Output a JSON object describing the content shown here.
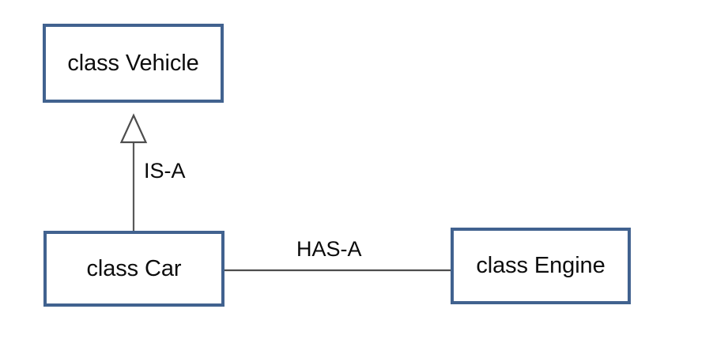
{
  "diagram": {
    "type": "uml-class-relationship-diagram",
    "background_color": "#ffffff",
    "box_border_color": "#41628f",
    "box_fill_color": "#ffffff",
    "connector_color": "#595959",
    "text_color": "#0d0d0d",
    "classes": [
      {
        "id": "vehicle",
        "label": "class Vehicle"
      },
      {
        "id": "car",
        "label": "class Car"
      },
      {
        "id": "engine",
        "label": "class Engine"
      }
    ],
    "relationships": [
      {
        "id": "is-a",
        "label": "IS-A",
        "kind": "generalization",
        "from": "class Car",
        "to": "class Vehicle",
        "arrowhead": "hollow-triangle"
      },
      {
        "id": "has-a",
        "label": "HAS-A",
        "kind": "association",
        "from": "class Car",
        "to": "class Engine",
        "arrowhead": "none"
      }
    ]
  }
}
